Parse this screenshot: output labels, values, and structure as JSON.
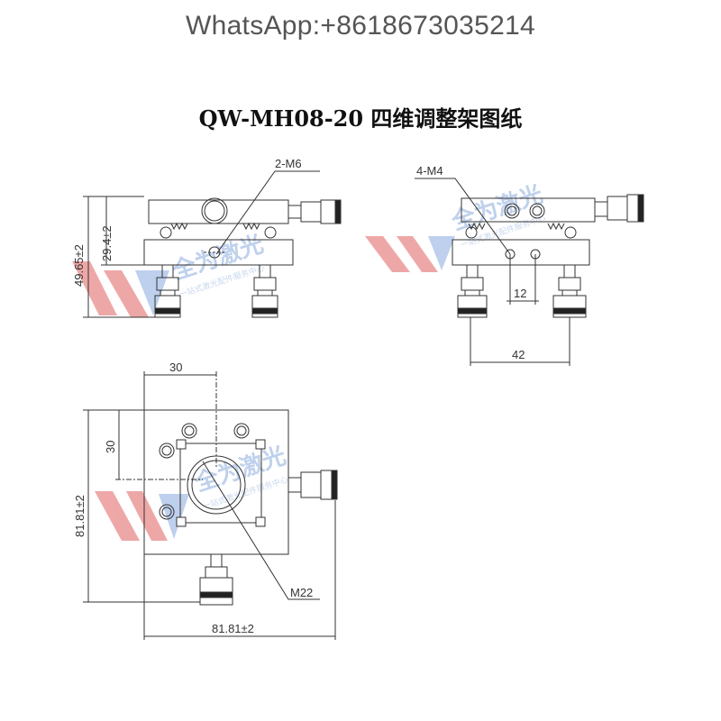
{
  "header": {
    "contact": "WhatsApp:+8618673035214",
    "title": "QW-MH08-20 四维调整架图纸"
  },
  "front_view": {
    "callout": "2-M6",
    "dim_height_total": "49.65±2",
    "dim_height_upper": "29.4±2"
  },
  "side_view": {
    "callout": "4-M4",
    "dim_hole_pitch": "12",
    "dim_width": "42"
  },
  "top_view": {
    "dim_top_width": "30",
    "dim_side_height": "30",
    "dim_total_height": "81.81±2",
    "dim_total_width": "81.81±2",
    "callout_thread": "M22"
  },
  "watermark": {
    "brand": "全为激光",
    "slogan": "一站式激光配件服务中心",
    "colors": {
      "red": "#e26a6a",
      "blue": "#9fb9e3"
    }
  }
}
